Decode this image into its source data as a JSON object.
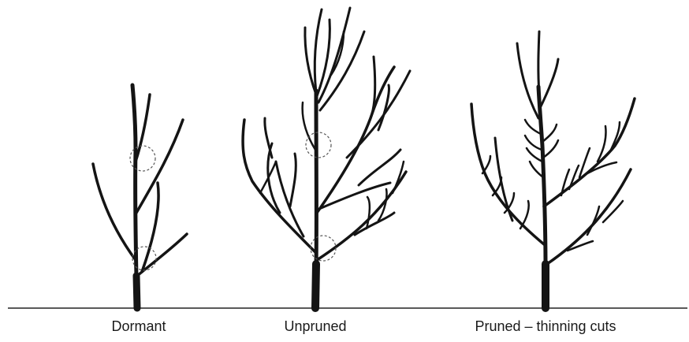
{
  "captions": {
    "dormant": "Dormant",
    "unpruned": "Unpruned",
    "pruned": "Pruned – thinning cuts"
  },
  "colors": {
    "ink": "#141414",
    "background": "#ffffff"
  }
}
